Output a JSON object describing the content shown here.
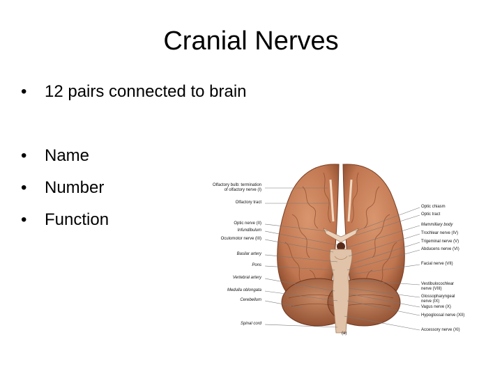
{
  "slide": {
    "title": "Cranial Nerves",
    "bullets": [
      "12 pairs connected to brain",
      "Name",
      "Number",
      "Function"
    ]
  },
  "figure": {
    "panel_label": "(a)",
    "left_labels": [
      "Olfactory bulb: termination",
      "of olfactory nerve (I)",
      "Olfactory tract",
      "Optic nerve (II)",
      "Infundibulum",
      "Oculomotor nerve (III)",
      "Basilar artery",
      "Pons",
      "Vertebral artery",
      "Medulla oblongata",
      "Cerebellum",
      "Spinal cord"
    ],
    "right_labels": [
      "Optic chiasm",
      "Optic tract",
      "Mammillary body",
      "Trochlear nerve (IV)",
      "Trigeminal nerve (V)",
      "Abducens nerve (VI)",
      "Facial nerve (VII)",
      "Vestibulocochlear",
      "nerve (VIII)",
      "Glossopharyngeal",
      "nerve (IX)",
      "Vagus nerve (X)",
      "Hypoglossal nerve (XII)",
      "Accessory nerve (XI)"
    ],
    "colors": {
      "brain": "#c8835d",
      "brain_dark": "#8a4a2c",
      "stem": "#e0c3a8",
      "leader_line": "#777777"
    }
  }
}
